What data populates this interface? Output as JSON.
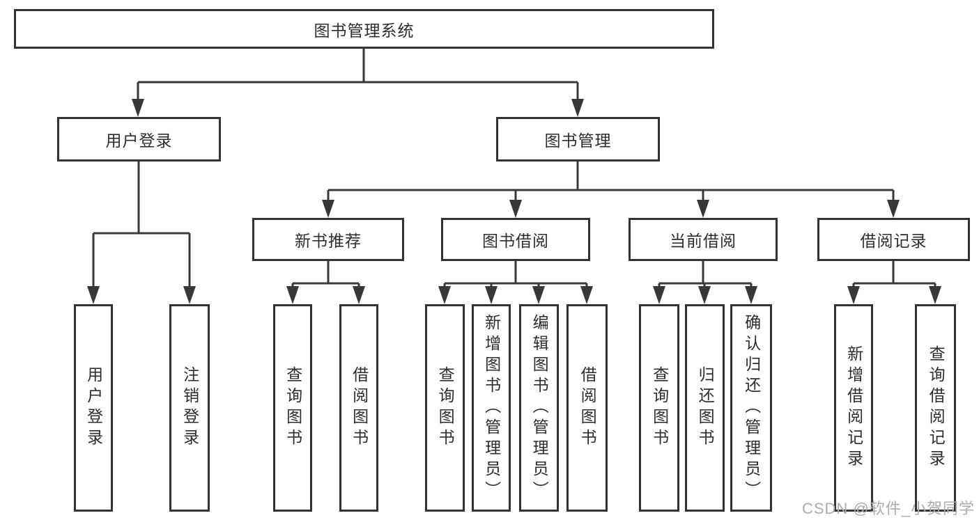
{
  "colors": {
    "line": "#383838",
    "box_border": "#333333",
    "text": "#2d2d2d",
    "watermark": "#ababab",
    "background": "#ffffff"
  },
  "watermark": {
    "text": "CSDN @软件_小贺同学"
  },
  "tree": {
    "root": {
      "label": "图书管理系统"
    },
    "user_login": {
      "label": "用户登录",
      "children": [
        {
          "label": "用户登录"
        },
        {
          "label": "注销登录"
        }
      ]
    },
    "book_management": {
      "label": "图书管理",
      "groups": [
        {
          "label": "新书推荐",
          "children": [
            {
              "label": "查询图书"
            },
            {
              "label": "借阅图书"
            }
          ]
        },
        {
          "label": "图书借阅",
          "children": [
            {
              "label": "查询图书"
            },
            {
              "label": "新增图书（管理员）"
            },
            {
              "label": "编辑图书（管理员）"
            },
            {
              "label": "借阅图书"
            }
          ]
        },
        {
          "label": "当前借阅",
          "children": [
            {
              "label": "查询图书"
            },
            {
              "label": "归还图书"
            },
            {
              "label": "确认归还（管理员）"
            }
          ]
        },
        {
          "label": "借阅记录",
          "children": [
            {
              "label": "新增借阅记录"
            },
            {
              "label": "查询借阅记录"
            }
          ]
        }
      ]
    }
  }
}
